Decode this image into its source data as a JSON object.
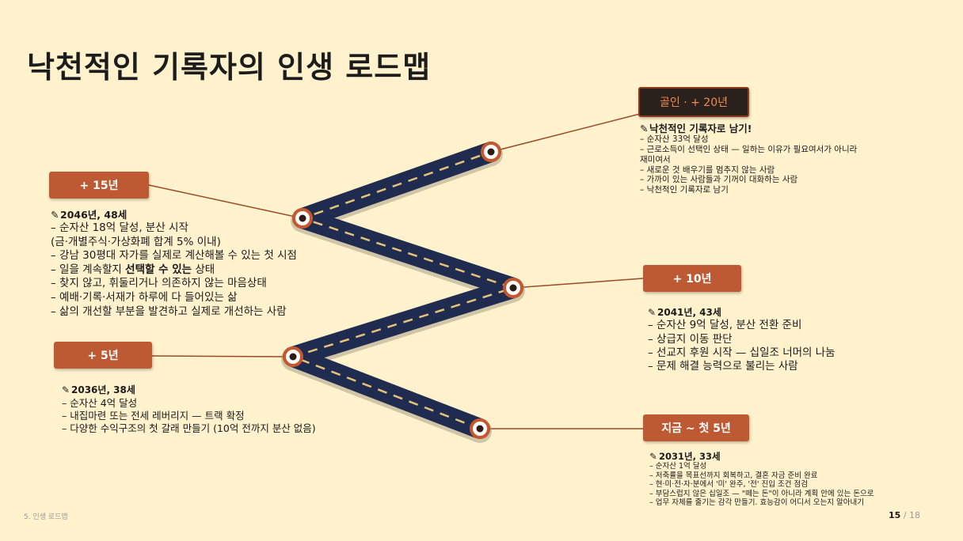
{
  "title": "낙천적인 기록자의 인생 로드맵",
  "pin_icon": "pushpin-icon",
  "colors": {
    "tag": "#BD5A33",
    "road": "#1F2C4F",
    "background": "#FFF2CD"
  },
  "stages": {
    "goal": {
      "tag": "골인 · + 20년",
      "heading": "낙천적인 기록자로 남기!",
      "lines": [
        "– 순자산 33억 달성",
        "– 근로소득이 선택인 상태 — 일하는 이유가 필요여서가 아니라",
        "재미여서",
        "– 새로운 것 배우기를 멈추지 않는 사람",
        "– 가까이 있는 사람들과 기꺼이 대화하는 사람",
        "– 낙천적인 기록자로 남기"
      ]
    },
    "y15": {
      "tag": "+ 15년",
      "heading": "2046년, 48세",
      "lines": [
        "– 순자산 18억 달성, 분산 시작",
        "(금·개별주식·가상화폐 합계 5% 이내)",
        "– 강남 30평대 자가를 실제로 계산해볼 수 있는 첫 시점"
      ],
      "line4_pre": "– 일을 계속할지 ",
      "line4_bold": "선택할 수 있는",
      "line4_post": " 상태",
      "lines2": [
        "– 찾지 않고, 휘둘리거나 의존하지 않는 마음상태",
        "– 예배·기록·서재가 하루에 다 들어있는 삶",
        "– 삶의 개선할 부분을 발견하고 실제로 개선하는 사람"
      ]
    },
    "y10": {
      "tag": "+ 10년",
      "heading": "2041년, 43세",
      "lines": [
        "– 순자산 9억 달성, 분산 전환 준비",
        "– 상급지 이동 판단",
        "– 선교지 후원 시작 — 십일조 너머의 나눔",
        "– 문제 해결 능력으로 불리는 사람"
      ]
    },
    "y5": {
      "tag": "+ 5년",
      "heading": "2036년, 38세",
      "lines": [
        "– 순자산 4억 달성",
        "– 내집마련 또는 전세 레버리지 — 트랙 확정",
        "– 다양한 수익구조의 첫 갈래 만들기 (10억 전까지 분산 없음)"
      ]
    },
    "now": {
      "tag": "지금 ~ 첫 5년",
      "heading": "2031년, 33세",
      "lines": [
        "– 순자산 1억 달성",
        "– 저축률을 목표선까지 회복하고, 결혼 자금 준비 완료",
        "– 현·미·전·자·분에서 '미' 완주, '전' 진입 조건 점검",
        "– 부담스럽지 않은 십일조 — \"떼는 돈\"이 아니라 계획 안에 있는 돈으로",
        "– 업무 자체를 줄기는 감각 만들기. 효능감이 어디서 오는지 알아내기"
      ]
    }
  },
  "footer": "5. 인생 로드맵",
  "page": {
    "current": "15",
    "separator": "/",
    "total": "18"
  }
}
